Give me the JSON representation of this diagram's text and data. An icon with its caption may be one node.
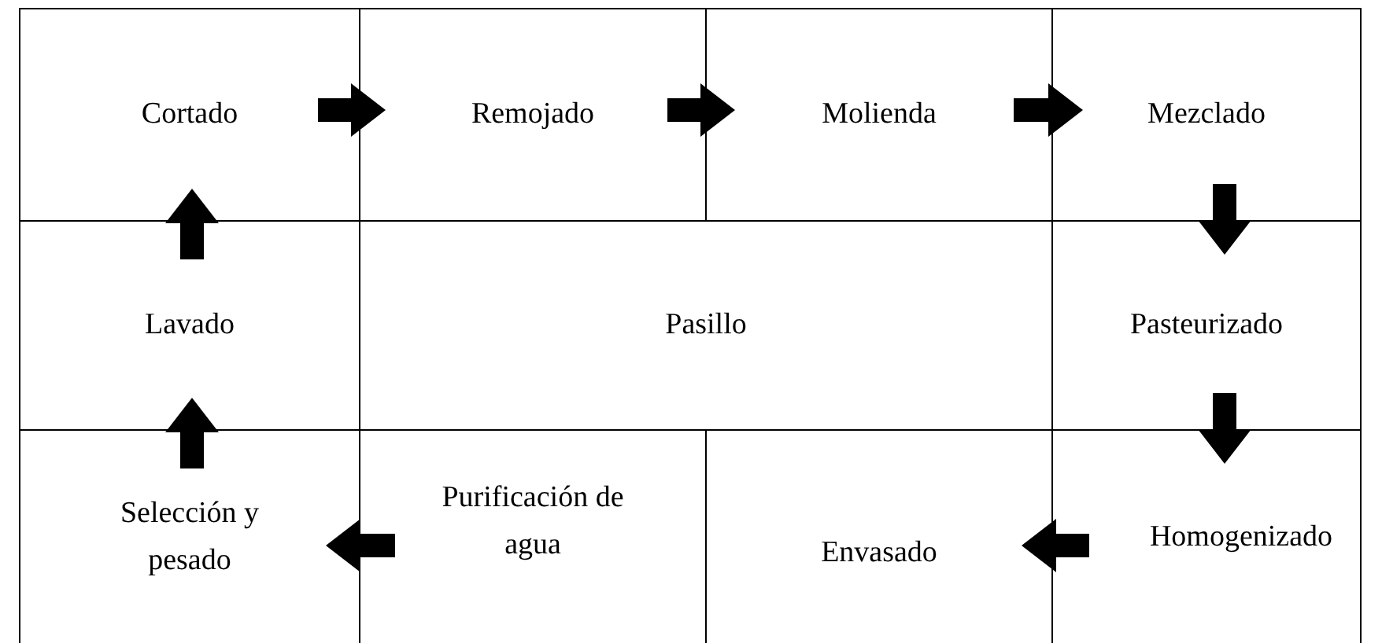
{
  "diagram": {
    "nodes": [
      {
        "text": [
          "Cortado"
        ]
      },
      {
        "text": [
          "Remojado"
        ]
      },
      {
        "text": [
          "Molienda"
        ]
      },
      {
        "text": [
          "Mezclado"
        ]
      },
      {
        "text": [
          "Lavado"
        ]
      },
      {
        "text": [
          "Pasillo"
        ]
      },
      {
        "text": [
          "Pasteurizado"
        ]
      },
      {
        "text": [
          "Selección y pesado"
        ]
      },
      {
        "text": [
          "Purificación de agua"
        ]
      },
      {
        "text": [
          "Envasado"
        ]
      },
      {
        "text": [
          "Homogenizado"
        ]
      }
    ],
    "edges": [
      {
        "from": 0,
        "to": 1,
        "arrow": "to"
      },
      {
        "from": 1,
        "to": 2,
        "arrow": "to"
      },
      {
        "from": 2,
        "to": 3,
        "arrow": "to"
      },
      {
        "from": 3,
        "to": 6,
        "arrow": "to"
      },
      {
        "from": 6,
        "to": 10,
        "arrow": "to"
      },
      {
        "from": 10,
        "to": 9,
        "arrow": "to"
      },
      {
        "from": 8,
        "to": 7,
        "arrow": "to"
      },
      {
        "from": 7,
        "to": 4,
        "arrow": "to"
      },
      {
        "from": 4,
        "to": 0,
        "arrow": "to"
      }
    ]
  }
}
